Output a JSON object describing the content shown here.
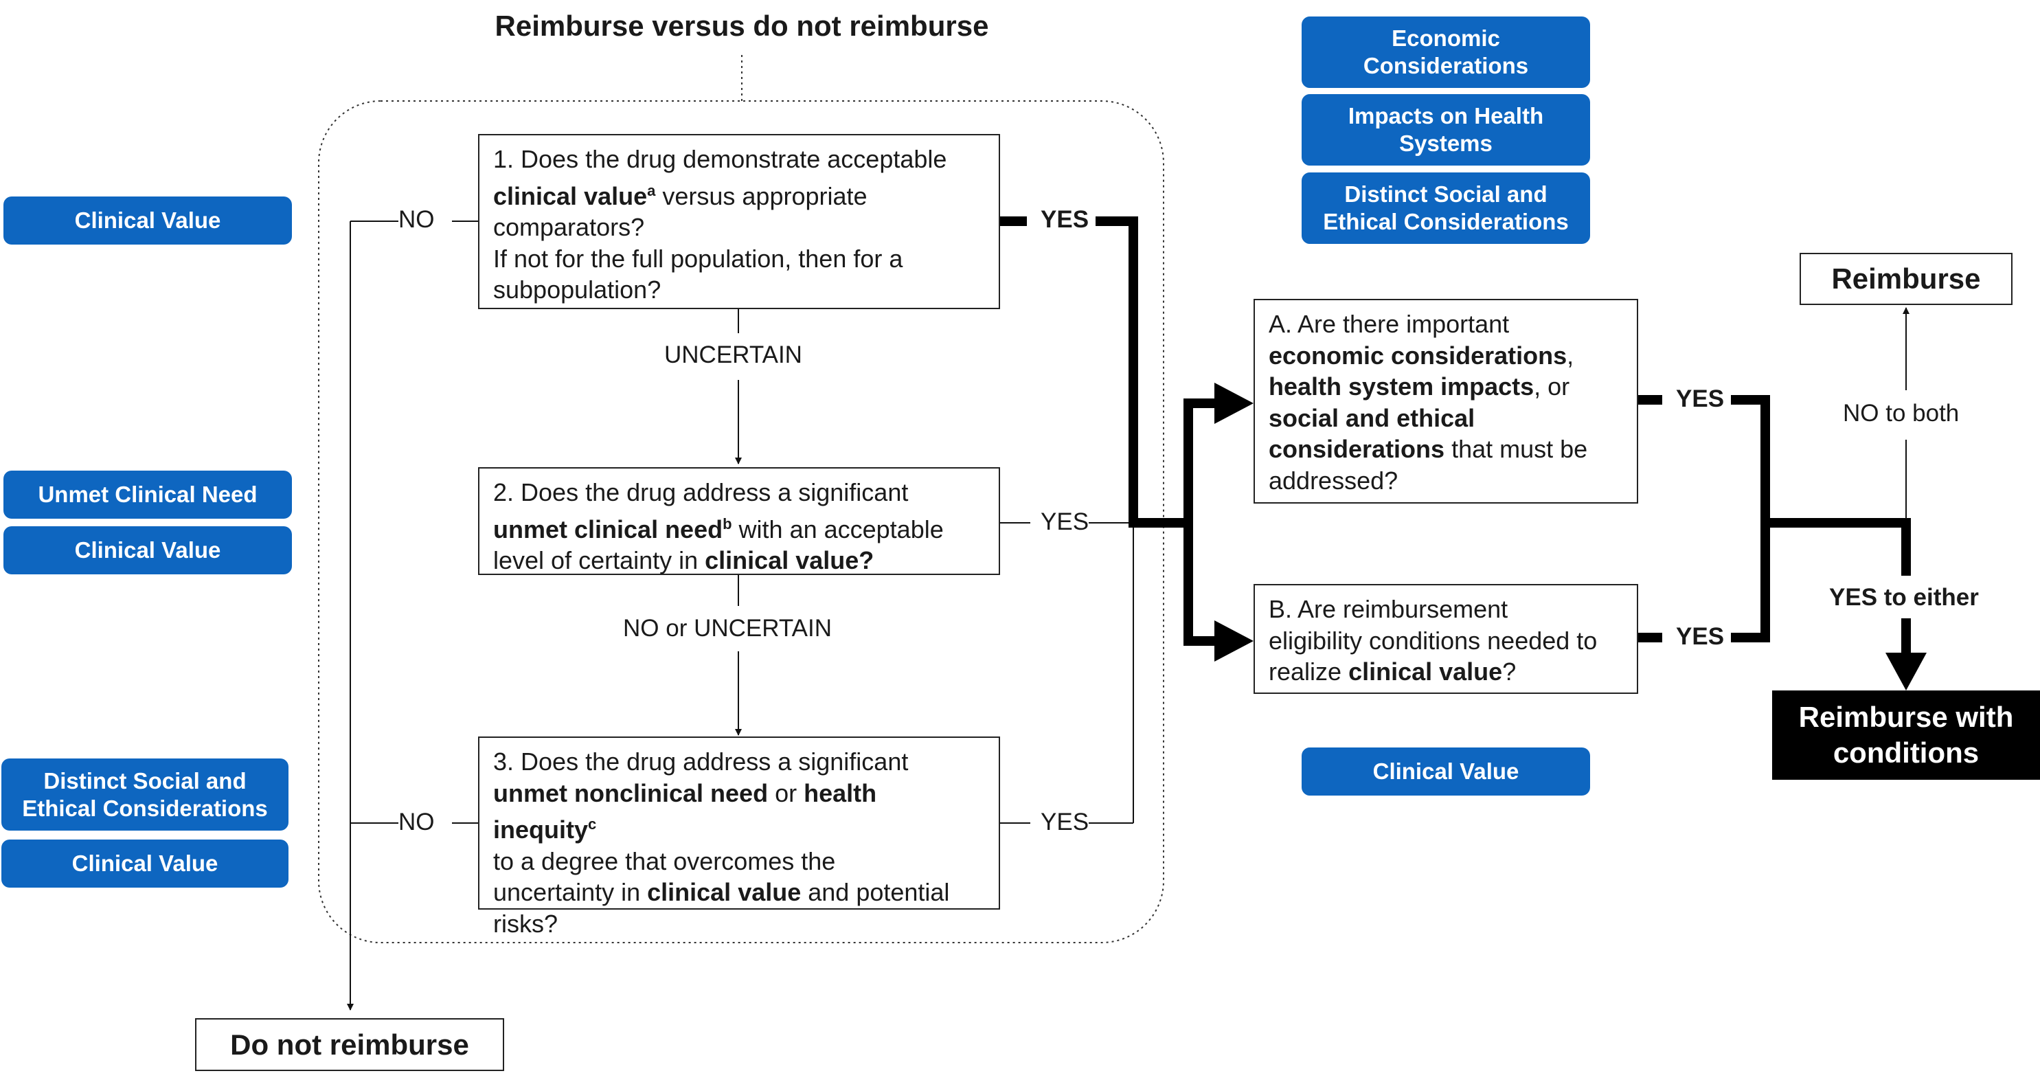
{
  "title": "Reimburse versus do not reimburse",
  "left_tags": {
    "q1": [
      "Clinical Value"
    ],
    "q2": [
      "Unmet Clinical Need",
      "Clinical Value"
    ],
    "q3": [
      "Distinct Social and Ethical Considerations",
      "Clinical Value"
    ]
  },
  "right_tags": {
    "a": [
      "Economic Considerations",
      "Impacts on Health Systems",
      "Distinct Social and Ethical Considerations"
    ],
    "b": [
      "Clinical Value"
    ]
  },
  "questions": {
    "q1": {
      "l1": "1. Does the drug demonstrate acceptable",
      "l2_bold": "clinical value",
      "l2_sup": "a",
      "l2_rest": " versus appropriate",
      "l3": "comparators?",
      "l4": "If not for the full population, then for a",
      "l5": "subpopulation?"
    },
    "q2": {
      "l1": "2. Does the drug address a significant",
      "l2_bold": "unmet clinical need",
      "l2_sup": "b",
      "l2_rest": " with an acceptable",
      "l3_plain": "level of certainty in ",
      "l3_bold": "clinical value?"
    },
    "q3": {
      "l1": "3. Does the drug address a significant",
      "l2_bold1": "unmet nonclinical need",
      "l2_mid": " or ",
      "l2_bold2": "health inequity",
      "l2_sup": "c",
      "l3": "to a degree that overcomes the",
      "l4_plain": "uncertainty in ",
      "l4_bold": "clinical value",
      "l4_rest": " and potential",
      "l5": "risks?"
    },
    "a": {
      "l1": "A. Are there important",
      "l2_bold": "economic considerations",
      "l2_rest": ",",
      "l3_bold": "health system impacts",
      "l3_rest": ", or",
      "l4_bold": "social and ethical",
      "l5_bold": "considerations",
      "l5_rest": " that must be",
      "l6": "addressed?"
    },
    "b": {
      "l1": "B. Are reimbursement",
      "l2": "eligibility conditions needed to",
      "l3_plain": "realize ",
      "l3_bold": "clinical value",
      "l3_rest": "?"
    }
  },
  "labels": {
    "no": "NO",
    "yes": "YES",
    "uncertain": "UNCERTAIN",
    "no_or_uncertain": "NO or UNCERTAIN",
    "no_to_both": "NO to both",
    "yes_to_either": "YES to either"
  },
  "outcomes": {
    "do_not_reimburse": "Do not reimburse",
    "reimburse": "Reimburse",
    "reimburse_with_conditions_l1": "Reimburse with",
    "reimburse_with_conditions_l2": "conditions"
  },
  "colors": {
    "tag_blue": "#0e66c0",
    "dark": "#000000"
  }
}
